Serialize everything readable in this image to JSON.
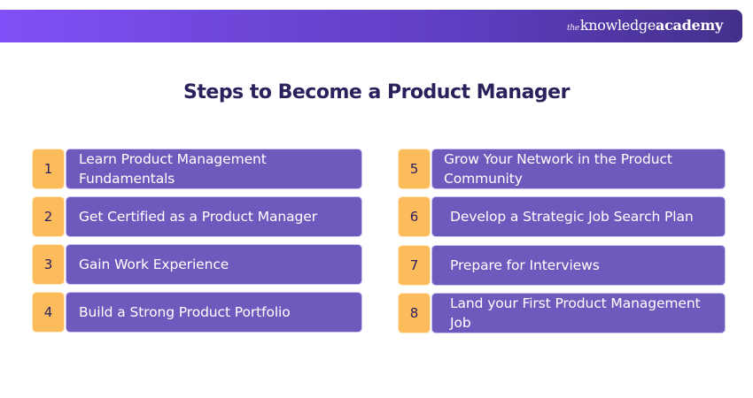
{
  "header": {
    "logo": {
      "prefix": "the",
      "word1": "knowledge",
      "word2": "academy"
    },
    "gradient_colors": [
      "#8150F8",
      "#6C46D6",
      "#44308A"
    ]
  },
  "title": "Steps to Become a Product Manager",
  "colors": {
    "number_box": "#FDBC5C",
    "step_box": "#6E59BD",
    "title_text": "#2B1F5C",
    "number_text": "#2A2060"
  },
  "steps": [
    {
      "number": "1",
      "label": "Learn Product Management Fundamentals"
    },
    {
      "number": "2",
      "label": "Get Certified as a Product Manager"
    },
    {
      "number": "3",
      "label": "Gain Work Experience"
    },
    {
      "number": "4",
      "label": "Build a Strong Product Portfolio"
    },
    {
      "number": "5",
      "label": "Grow Your Network in the Product Community"
    },
    {
      "number": "6",
      "label": "Develop a Strategic Job Search Plan"
    },
    {
      "number": "7",
      "label": "Prepare for Interviews"
    },
    {
      "number": "8",
      "label": "Land your First Product Management Job"
    }
  ]
}
